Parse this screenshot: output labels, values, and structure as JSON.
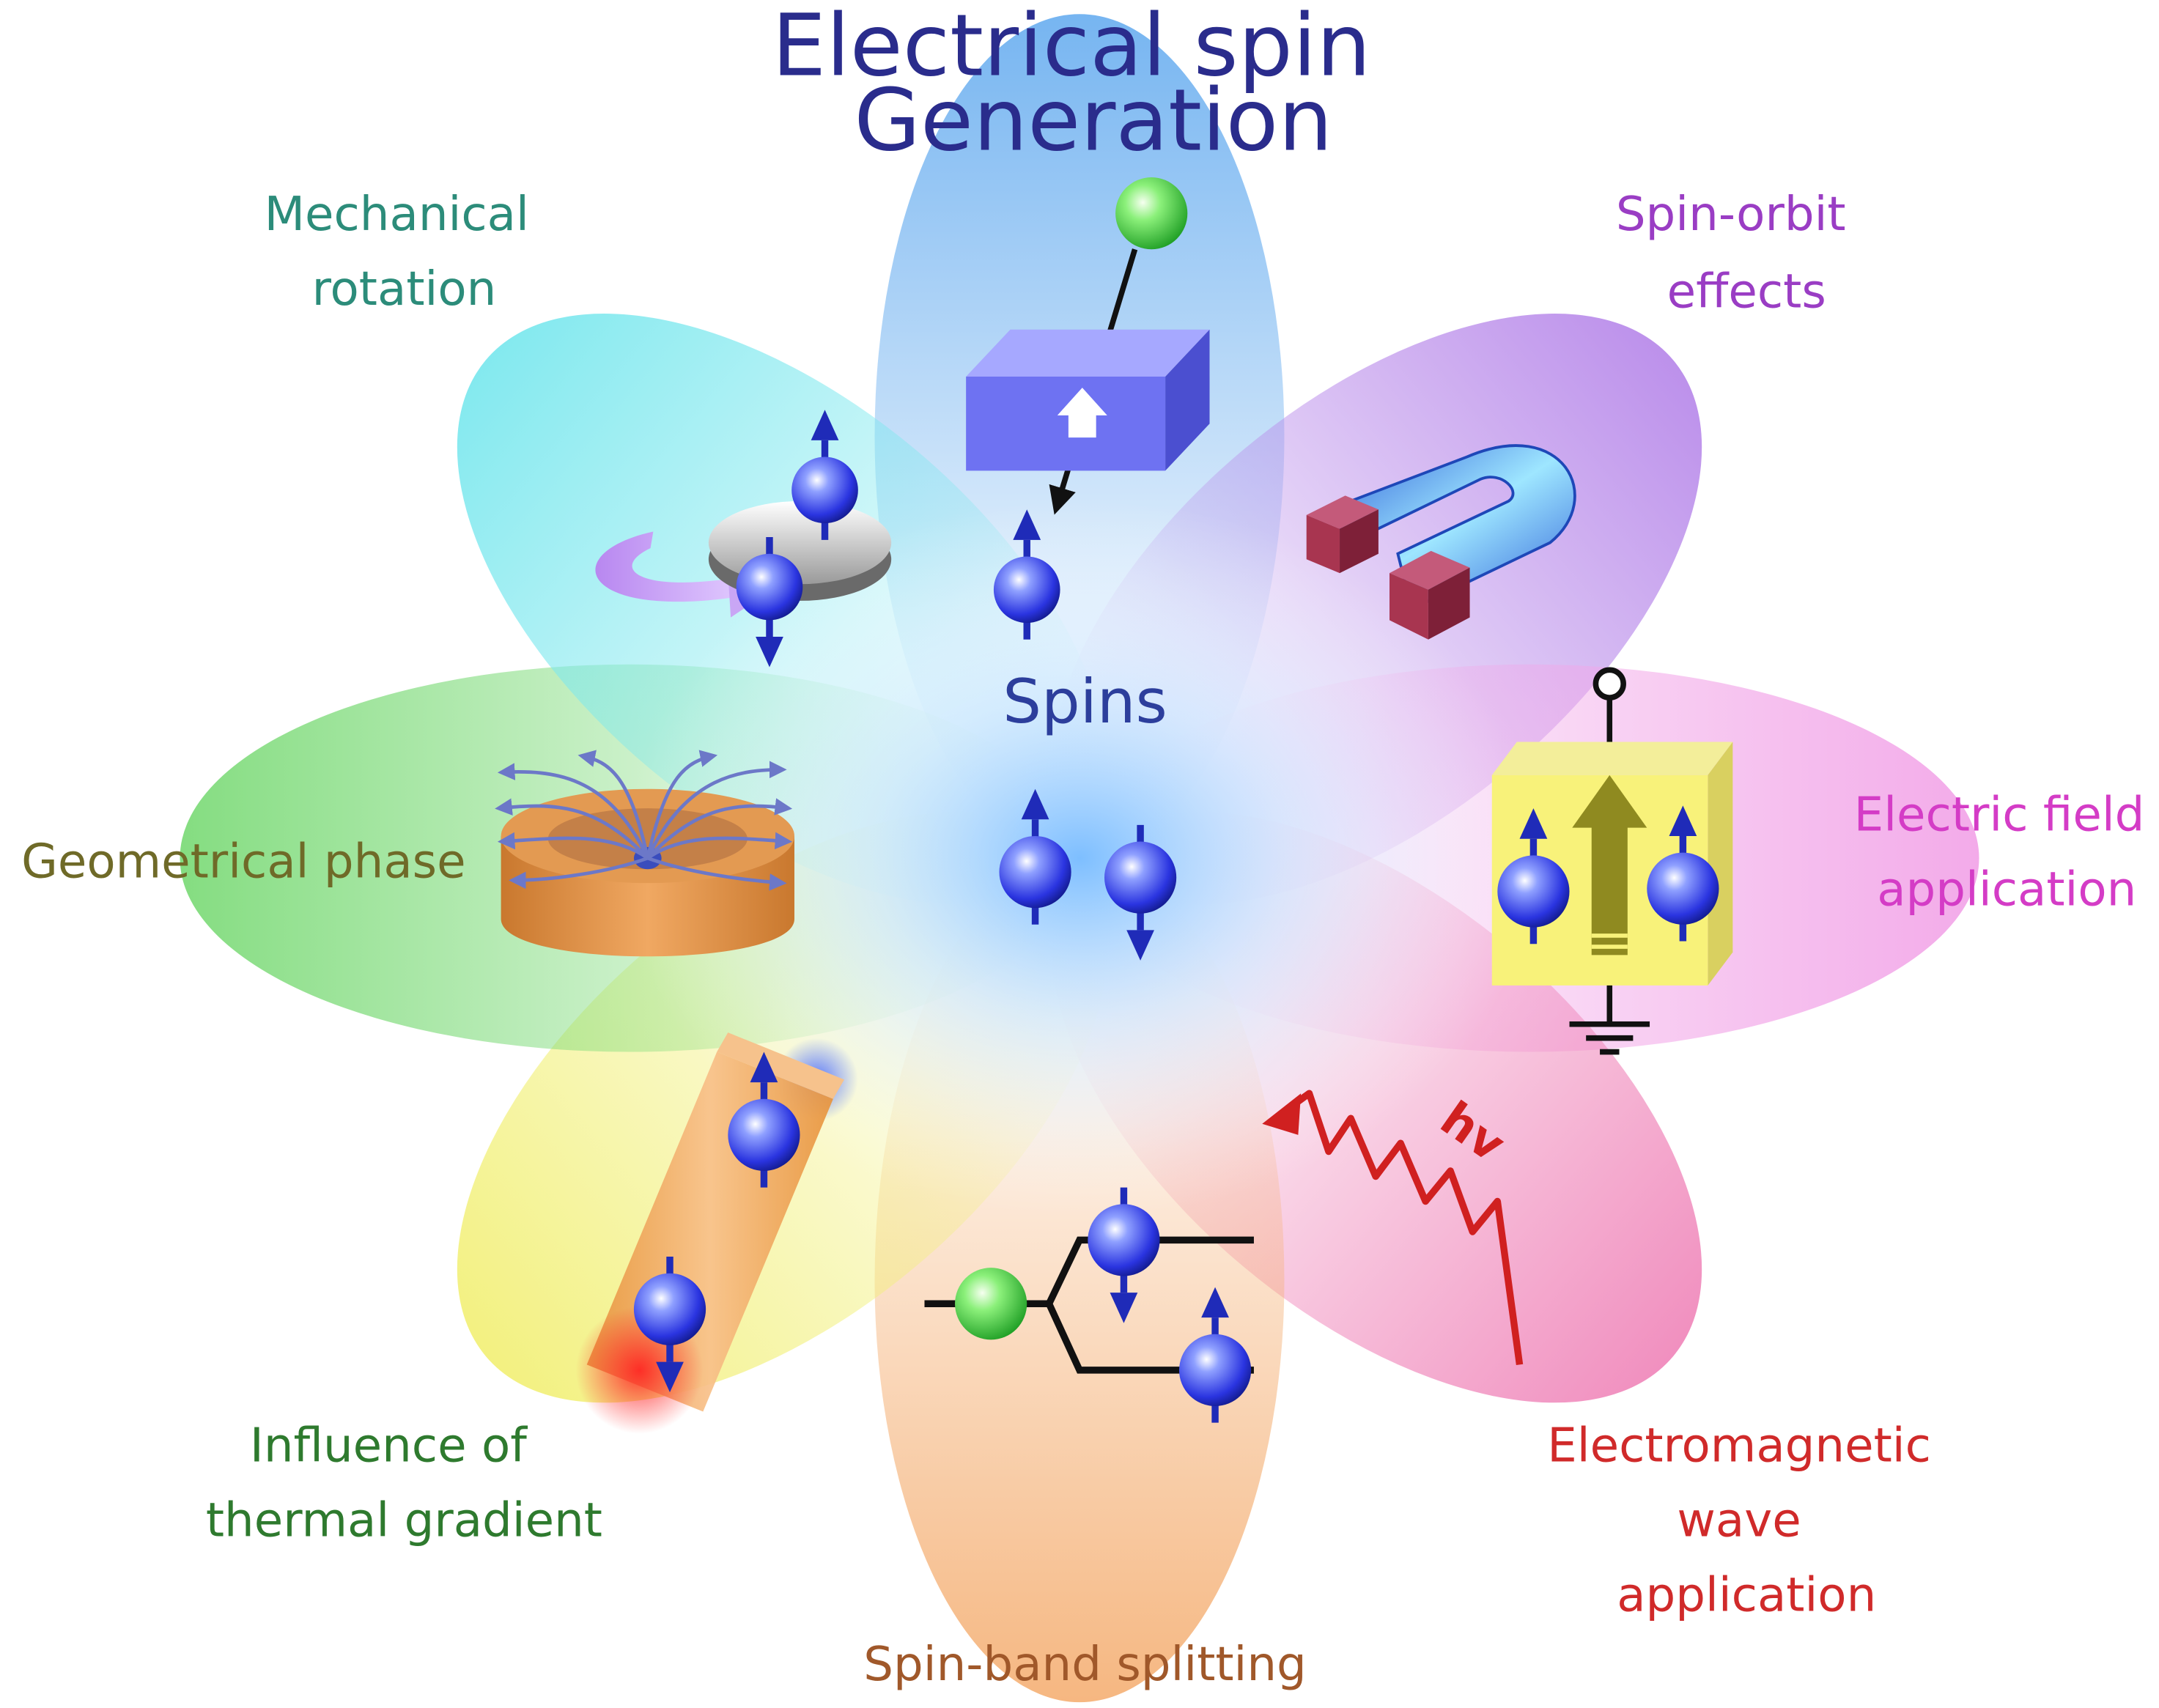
{
  "diagram": {
    "center": {
      "label": "Spins",
      "color": "#2C3E9C"
    },
    "labels": [
      {
        "id": "electrical",
        "lines": [
          "Electrical spin",
          "Generation"
        ],
        "color": "#2A2C8C"
      },
      {
        "id": "spin-orbit",
        "lines": [
          "Spin-orbit",
          "effects"
        ],
        "color": "#9A3DC4"
      },
      {
        "id": "electric-field",
        "lines": [
          "Electric field",
          "application"
        ],
        "color": "#D43CC6"
      },
      {
        "id": "electromagnetic",
        "lines": [
          "Electromagnetic",
          "wave",
          "application"
        ],
        "color": "#D02A2A"
      },
      {
        "id": "spin-band",
        "lines": [
          "Spin-band splitting"
        ],
        "color": "#A0582A"
      },
      {
        "id": "thermal",
        "lines": [
          "Influence of",
          "thermal gradient"
        ],
        "color": "#2E7A2E"
      },
      {
        "id": "geometrical",
        "lines": [
          "Geometrical phase"
        ],
        "color": "#6F6A28"
      },
      {
        "id": "mechanical",
        "lines": [
          "Mechanical",
          "rotation"
        ],
        "color": "#2C8C7A"
      }
    ],
    "petal_colors": {
      "top": "#6FB1F0",
      "top-right": "#B98BEA",
      "right": "#F2A6E8",
      "bottom-right": "#F08ABC",
      "bottom": "#F5B37A",
      "bottom-left": "#F2F07A",
      "left": "#7EDB7A",
      "top-left": "#7DE8EE"
    },
    "photon_label": "hv"
  }
}
